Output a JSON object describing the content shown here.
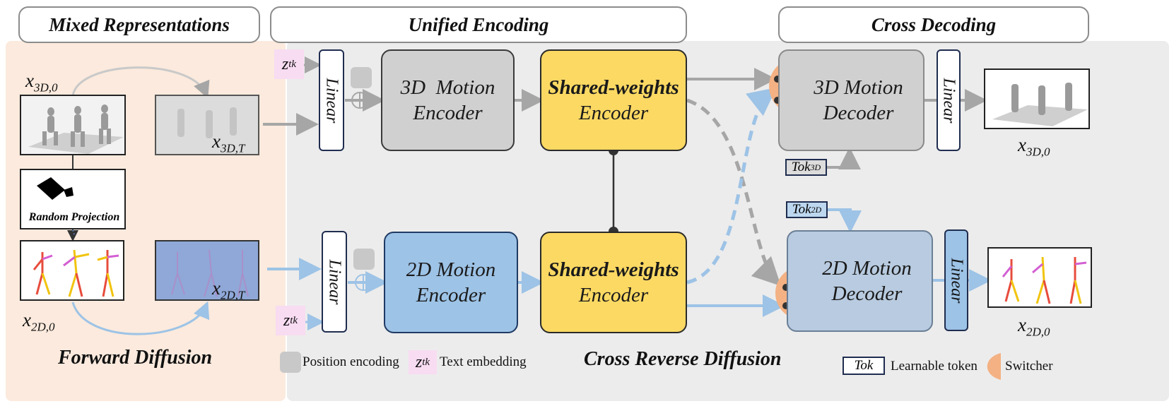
{
  "headers": {
    "mixed": "Mixed Representations",
    "unified": "Unified Encoding",
    "cross": "Cross Decoding"
  },
  "vars": {
    "x3d0_base": "x",
    "x3d0_sub": "3D,0",
    "x3dT_base": "x",
    "x3dT_sub": "3D,T",
    "x2d0_base": "x",
    "x2d0_sub": "2D,0",
    "x2dT_base": "x",
    "x2dT_sub": "2D,T",
    "x3d0_out_base": "x",
    "x3d0_out_sub": "3D,0",
    "x2d0_out_base": "x",
    "x2d0_out_sub": "2D,0",
    "ztk_base": "z",
    "ztk_sub": "tk"
  },
  "blocks": {
    "random_projection": "Random Projection",
    "linear": "Linear",
    "enc3d_l1": "3D  Motion",
    "enc3d_l2": "Encoder",
    "enc2d_l1": "2D Motion",
    "enc2d_l2": "Encoder",
    "shared_l1": "Shared-weights",
    "shared_l2": "Encoder",
    "dec3d_l1": "3D Motion",
    "dec3d_l2": "Decoder",
    "dec2d_l1": "2D Motion",
    "dec2d_l2": "Decoder",
    "tok3d_base": "Tok",
    "tok3d_sub": "3D",
    "tok2d_base": "Tok",
    "tok2d_sub": "2D"
  },
  "titles": {
    "forward": "Forward Diffusion",
    "reverse": "Cross Reverse Diffusion"
  },
  "legend": {
    "pos_enc": "Position encoding",
    "text_emb": "Text embedding",
    "tok": "Tok",
    "learnable_token": "Learnable token",
    "switcher": "Switcher"
  },
  "colors": {
    "gray_flow": "#a6a6a6",
    "blue_flow": "#9dc3e6",
    "encoder_yellow": "#fcd963",
    "encoder_blue": "#9dc3e6",
    "switcher": "#f4b183",
    "text_embedding_bg": "#f8dcf2"
  }
}
